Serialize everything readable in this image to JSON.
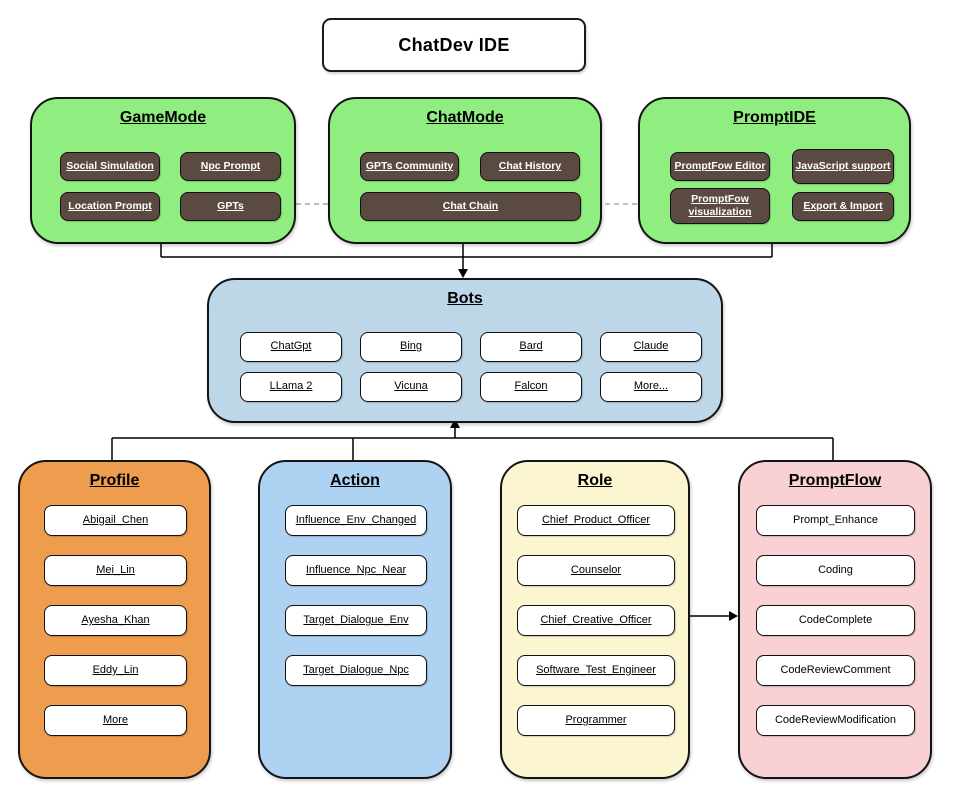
{
  "title": "ChatDev IDE",
  "colors": {
    "module-green": "#90ee80",
    "button-brown": "#5b4a42",
    "bots-blue": "#bdd7e8",
    "profile-orange": "#ee9d4e",
    "action-blue": "#aed3f2",
    "role-yellow": "#fbf6d0",
    "promptflow-pink": "#f9d0d4",
    "dash-green": "#a3ae9b"
  },
  "top_modules": [
    {
      "title": "GameMode",
      "buttons": [
        "Social Simulation",
        "Npc Prompt",
        "Location Prompt",
        "GPTs"
      ]
    },
    {
      "title": "ChatMode",
      "buttons": [
        "GPTs Community",
        "Chat History",
        "Chat Chain"
      ]
    },
    {
      "title": "PromptIDE",
      "buttons": [
        "PromptFow Editor",
        "JavaScript support",
        "PromptFow visualization",
        "Export & Import"
      ]
    }
  ],
  "bots": {
    "title": "Bots",
    "buttons": [
      "ChatGpt",
      "Bing",
      "Bard",
      "Claude",
      "LLama 2",
      "Vicuna",
      "Falcon",
      "More..."
    ]
  },
  "bottom_modules": [
    {
      "title": "Profile",
      "buttons": [
        "Abigail_Chen",
        "Mei_Lin",
        "Ayesha_Khan",
        "Eddy_Lin",
        "More"
      ]
    },
    {
      "title": "Action",
      "buttons": [
        "Influence_Env_Changed",
        "Influence_Npc_Near",
        "Target_Dialogue_Env",
        "Target_Dialogue_Npc"
      ]
    },
    {
      "title": "Role",
      "buttons": [
        "Chief_Product_Officer",
        "Counselor",
        "Chief_Creative_Officer",
        "Software_Test_Engineer",
        "Programmer"
      ]
    },
    {
      "title": "PromptFlow",
      "buttons": [
        "Prompt_Enhance",
        "Coding",
        "CodeComplete",
        "CodeReviewComment",
        "CodeReviewModification"
      ]
    }
  ]
}
